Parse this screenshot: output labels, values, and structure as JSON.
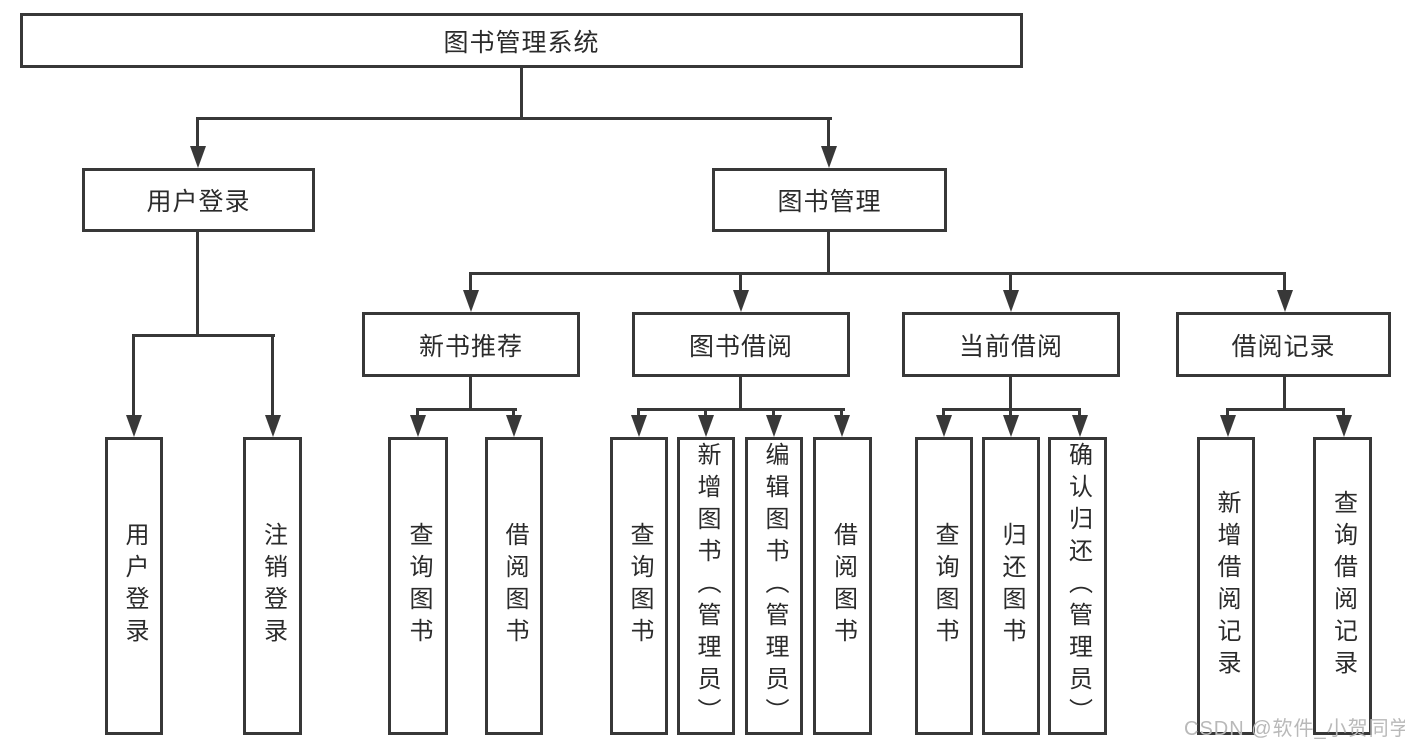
{
  "tree": {
    "label": "图书管理系统",
    "children": [
      {
        "label": "用户登录",
        "children": [
          {
            "label": "用户登录"
          },
          {
            "label": "注销登录"
          }
        ]
      },
      {
        "label": "图书管理",
        "children": [
          {
            "label": "新书推荐",
            "children": [
              {
                "label": "查询图书"
              },
              {
                "label": "借阅图书"
              }
            ]
          },
          {
            "label": "图书借阅",
            "children": [
              {
                "label": "查询图书"
              },
              {
                "label": "新增图书（管理员）"
              },
              {
                "label": "编辑图书（管理员）"
              },
              {
                "label": "借阅图书"
              }
            ]
          },
          {
            "label": "当前借阅",
            "children": [
              {
                "label": "查询图书"
              },
              {
                "label": "归还图书"
              },
              {
                "label": "确认归还（管理员）"
              }
            ]
          },
          {
            "label": "借阅记录",
            "children": [
              {
                "label": "新增借阅记录"
              },
              {
                "label": "查询借阅记录"
              }
            ]
          }
        ]
      }
    ]
  },
  "watermark": {
    "text": "CSDN @软件_小贺同学"
  },
  "colors": {
    "line": "#383838",
    "text": "#2b2b2b",
    "background": "#ffffff",
    "watermark": "#b9b9b9"
  }
}
